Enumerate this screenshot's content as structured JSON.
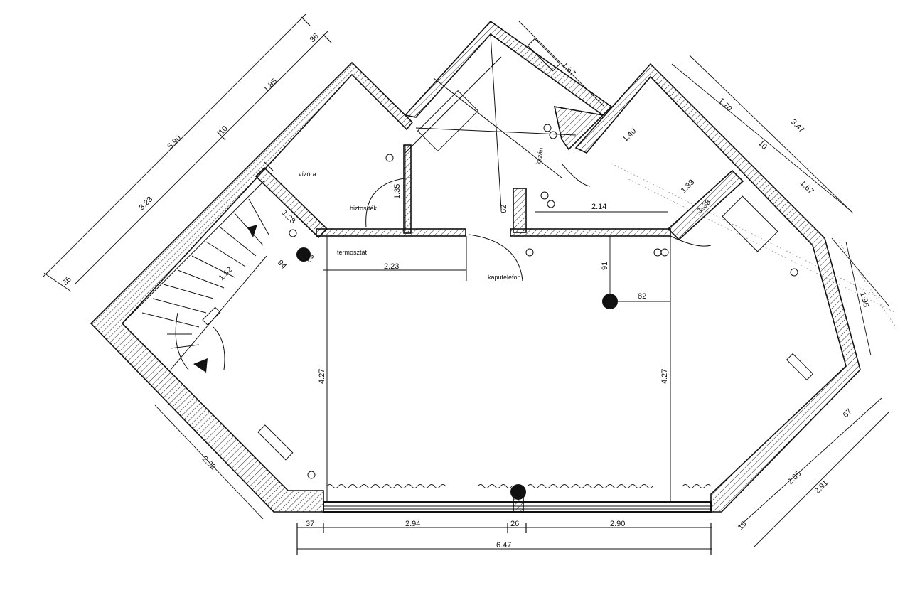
{
  "labels": {
    "vizora": "vízóra",
    "biztositek": "biztosíték",
    "termosztat": "termosztát",
    "kaputelefon": "kaputelefon",
    "kazan": "kazán"
  },
  "dimensions": {
    "d590": "5.90",
    "d185": "1.85",
    "d36a": "36",
    "d10a": "10",
    "d323": "3.23",
    "d36b": "36",
    "d128": "1.28",
    "d94": "94",
    "d89": "89",
    "d152": "1.52",
    "d135": "1.35",
    "d62": "62",
    "d223": "2.23",
    "d167a": "1.67",
    "d140": "1.40",
    "d170": "1.70",
    "d347": "3.47",
    "d10b": "10",
    "d167b": "1.67",
    "d133": "1.33",
    "d138": "1.38",
    "d214": "2.14",
    "d91": "91",
    "d82": "82",
    "d427a": "4.27",
    "d427b": "4.27",
    "d196": "1.96",
    "d67": "67",
    "d205": "2.05",
    "d291": "2.91",
    "d19": "19",
    "d232": "2.32",
    "d37": "37",
    "d294": "2.94",
    "d26": "26",
    "d290": "2.90",
    "d647": "6.47"
  }
}
